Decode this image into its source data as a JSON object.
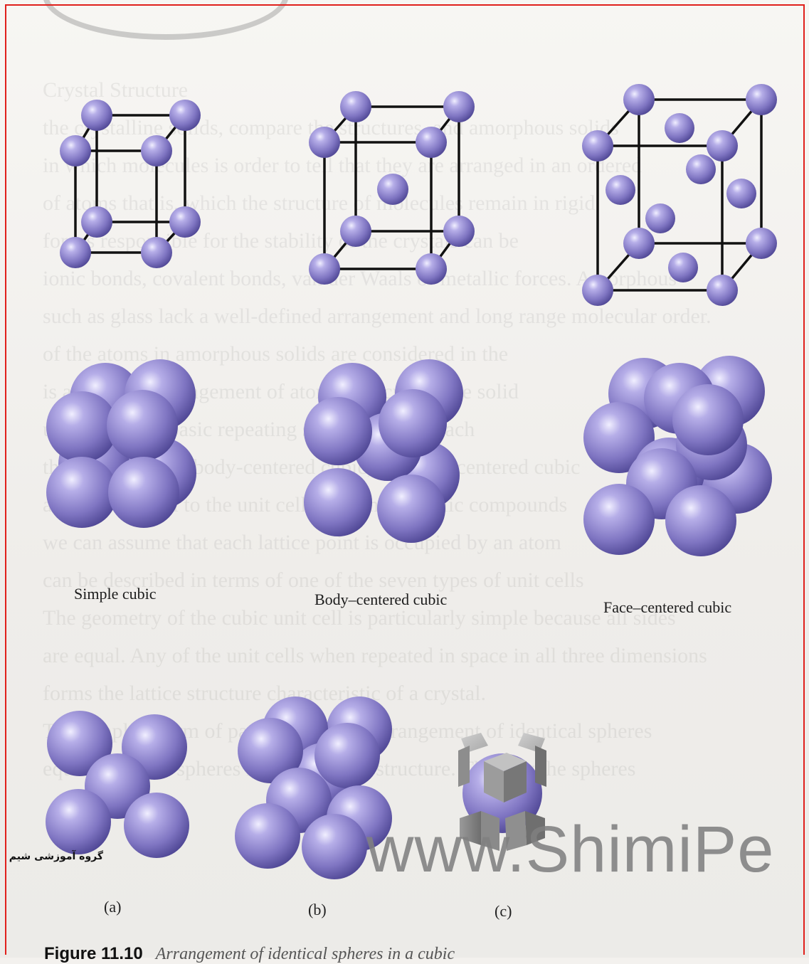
{
  "background_text": "Crystal Structure\nthe crystalline solids, compare the structures, and amorphous solids\nin which molecules is order to tell that they are arranged in an ordered\nof atoms that is, which the structure of molecules remain in rigid\nforces responsible for the stability of the crystals can be\nionic bonds, covalent bonds, van der Waals or metallic forces. Amorphous\nsuch as glass lack a well-defined arrangement and long range molecular order.\nof the atoms in amorphous solids are considered in the\nis an orderly arrangement of atoms in a crystalline solid\nunit cell is the basic repeating structural unit. Each\nthe simple cubic, body-centered cubic, and face-centered cubic\nalmost identical to the unit cells in many metallic compounds\nwe can assume that each lattice point is occupied by an atom\ncan be described in terms of one of the seven types of unit cells\nThe geometry of the cubic unit cell is particularly simple because all sides\nare equal. Any of the unit cells when repeated in space in all three dimensions\nforms the lattice structure characteristic of a crystal.\nThe simplest form of packing uses the arrangement of identical spheres\nequal in size to spheres in the simplest structure. The way the spheres",
  "captions": {
    "simple": "Simple cubic",
    "body": "Body–centered cubic",
    "face": "Face–centered cubic"
  },
  "panel_labels": [
    "(a)",
    "(b)",
    "(c)"
  ],
  "watermark": "www.ShimiPe",
  "persian_text": "گروه آموزشی شیم",
  "figure_caption": {
    "number": "Figure 11.10",
    "text": "Arrangement of identical spheres in a cubic"
  },
  "colors": {
    "sphere": "#8a80c8",
    "frame": "#e0201c",
    "watermark": "#808080"
  }
}
